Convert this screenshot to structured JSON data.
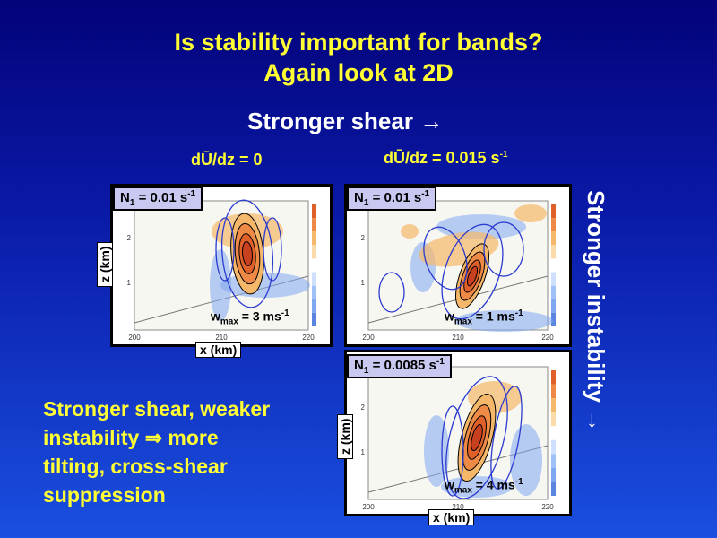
{
  "title": {
    "line1": "Is stability important for bands?",
    "line2": "Again look at 2D"
  },
  "subhead": {
    "text": "Stronger shear",
    "arrow": "→"
  },
  "columns": {
    "left": {
      "prefix": "dŪ/dz = 0"
    },
    "right": {
      "prefix": "dŪ/dz = 0.015 s",
      "exp": "-1"
    }
  },
  "panels": {
    "top_left": {
      "n_label": "N",
      "n_sub": "1",
      "n_value": " = 0.01 s",
      "n_exp": "-1",
      "w_label": "w",
      "w_sub": "max",
      "w_value": " = 3 ms",
      "w_exp": "-1"
    },
    "top_right": {
      "n_label": "N",
      "n_sub": "1",
      "n_value": " = 0.01 s",
      "n_exp": "-1",
      "w_label": "w",
      "w_sub": "max",
      "w_value": " = 1 ms",
      "w_exp": "-1"
    },
    "bottom_right": {
      "n_label": "N",
      "n_sub": "1",
      "n_value": " = 0.0085 s",
      "n_exp": "-1",
      "w_label": "w",
      "w_sub": "max",
      "w_value": " = 4 ms",
      "w_exp": "-1"
    }
  },
  "axes": {
    "z_label": "z (km)",
    "x_label": "x (km)",
    "x_ticks": [
      "200",
      "210",
      "220"
    ],
    "z_ticks": [
      "1",
      "2"
    ]
  },
  "side_label": {
    "text": "Stronger instability",
    "arrow": "→"
  },
  "bottom_text": {
    "line1": "Stronger shear, weaker",
    "line2_a": "instability",
    "line2_arrow": "⇒",
    "line2_b": " more",
    "line3": "tilting, cross-shear",
    "line4": "suppression"
  },
  "colors": {
    "title": "#ffff33",
    "warm_core": "#e0602a",
    "warm_light": "#f5b86a",
    "cool": "#7fa8f0",
    "contour_blue": "#2a3ad0"
  }
}
